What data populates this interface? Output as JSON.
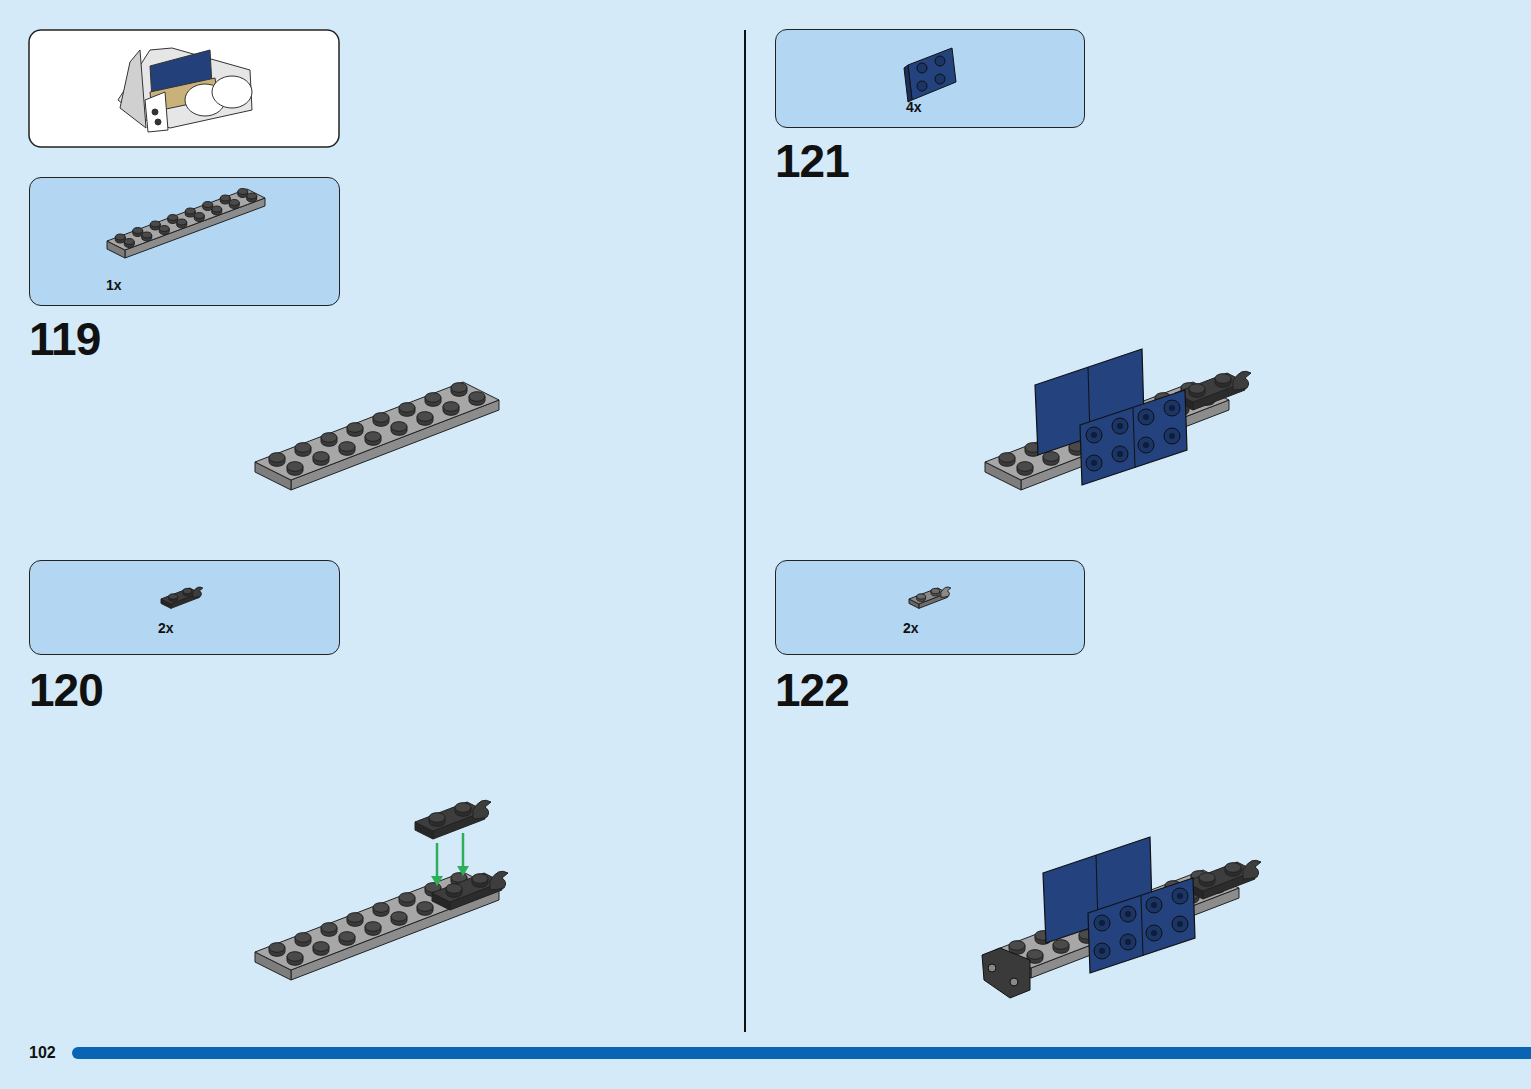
{
  "diagram": {
    "nodes": [
      {
        "text": [
          "1x"
        ]
      },
      {
        "text": [
          "2x"
        ]
      },
      {
        "text": [
          "4x"
        ]
      },
      {
        "text": [
          "2x"
        ]
      }
    ],
    "labels": [
      "119",
      "120",
      "121",
      "122",
      "102"
    ]
  }
}
